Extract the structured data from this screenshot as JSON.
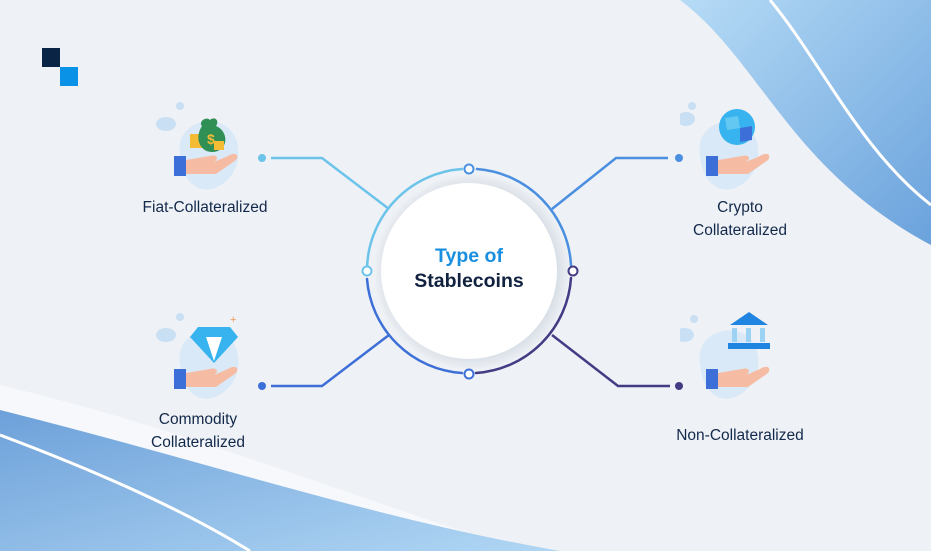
{
  "title": {
    "line1": "Type of",
    "line2": "Stablecoins"
  },
  "branches": [
    {
      "id": "fiat",
      "label_lines": [
        "Fiat-Collateralized"
      ],
      "icon": "money-bag-on-hand-icon",
      "connector_color": "#6cc4ea"
    },
    {
      "id": "crypto",
      "label_lines": [
        "Crypto",
        "Collateralized"
      ],
      "icon": "globe-on-hand-icon",
      "connector_color": "#4a8fe0"
    },
    {
      "id": "commodity",
      "label_lines": [
        "Commodity",
        "Collateralized"
      ],
      "icon": "diamond-on-hand-icon",
      "connector_color": "#3d6fd8"
    },
    {
      "id": "non",
      "label_lines": [
        "Non-Collateralized"
      ],
      "icon": "bank-on-hand-icon",
      "connector_color": "#453b85"
    }
  ],
  "colors": {
    "background": "#eef1f5",
    "logo_dark": "#0a2446",
    "logo_light": "#0a93e6",
    "title_accent": "#1a8fdf",
    "title_dark": "#10223f",
    "wave_blue": "#8fc3ec"
  }
}
